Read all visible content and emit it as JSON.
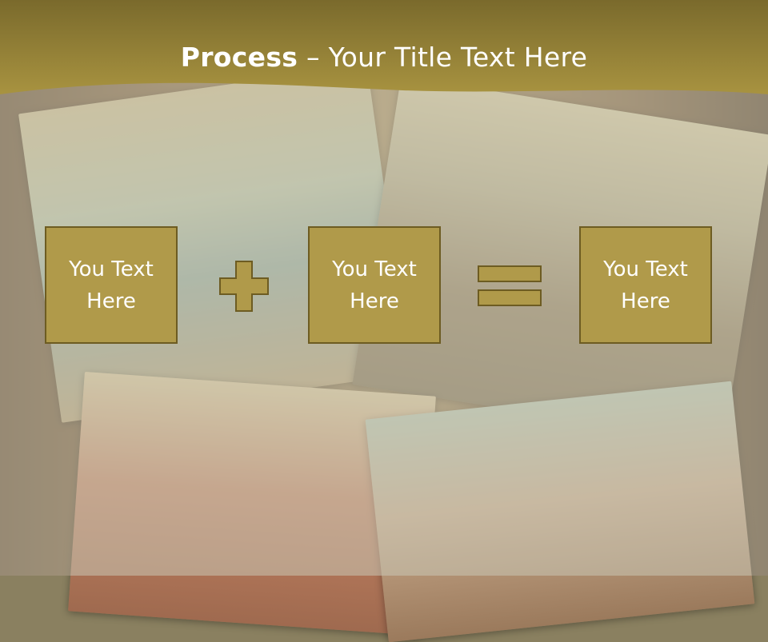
{
  "title": {
    "bold": "Process",
    "rest": " – Your Title Text Here"
  },
  "boxes": [
    {
      "text": "You Text Here"
    },
    {
      "text": "You Text Here"
    },
    {
      "text": "You Text Here"
    }
  ],
  "operators": {
    "first": "plus-icon",
    "second": "equals-icon"
  },
  "colors": {
    "header": "#9a8536",
    "box_fill": "#b09a4a",
    "box_border": "#6d5c22",
    "text": "#ffffff"
  }
}
